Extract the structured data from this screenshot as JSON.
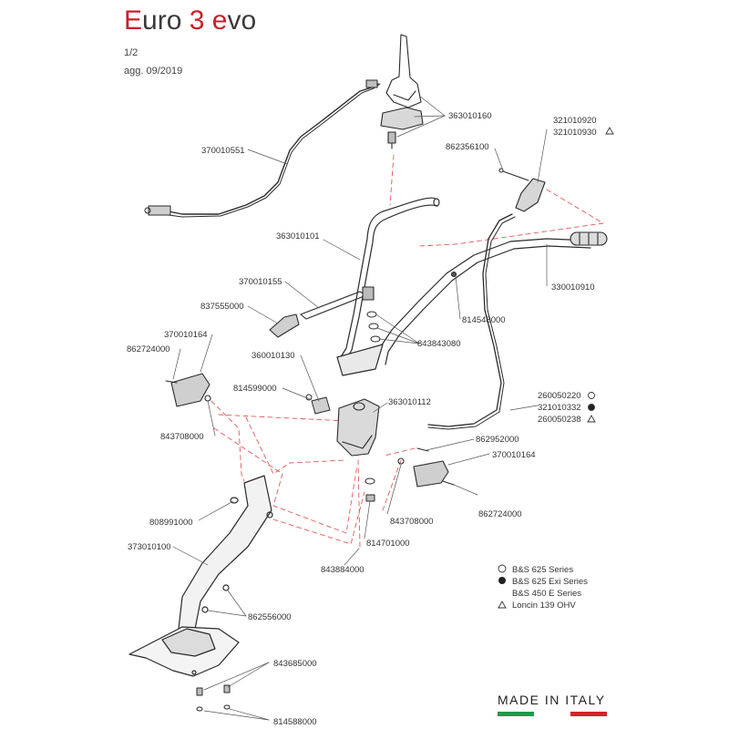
{
  "header": {
    "title_e1": "E",
    "title_uro": "uro ",
    "title_3": "3",
    "title_sp": " ",
    "title_e2": "e",
    "title_vo": "vo",
    "page": "1/2",
    "updated": "agg. 09/2019"
  },
  "parts": {
    "p363010160": "363010160",
    "p321010920": "321010920",
    "p321010930": "321010930",
    "p862356100": "862356100",
    "p370010551": "370010551",
    "p363010101": "363010101",
    "p330010910": "330010910",
    "p370010155": "370010155",
    "p837555000": "837555000",
    "p814548000": "814548000",
    "p843843080": "843843080",
    "p370010164a": "370010164",
    "p862724000a": "862724000",
    "p360010130": "360010130",
    "p814599000": "814599000",
    "p363010112": "363010112",
    "p260050220": "260050220",
    "p321010332": "321010332",
    "p260050238": "260050238",
    "p843708000a": "843708000",
    "p862952000": "862952000",
    "p370010164b": "370010164",
    "p862724000b": "862724000",
    "p808991000": "808991000",
    "p843708000b": "843708000",
    "p814701000": "814701000",
    "p373010100": "373010100",
    "p843884000": "843884000",
    "p862556000": "862556000",
    "p843685000": "843685000",
    "p814588000": "814588000"
  },
  "legend": {
    "open_circle": "B&S 625 Series",
    "filled_circle": "B&S 625 Exi Series",
    "plain": "B&S 450 E Series",
    "triangle": "Loncin 139 OHV"
  },
  "footer": {
    "made_in": "MADE IN ITALY"
  },
  "colors": {
    "title_red": "#c8202a",
    "dash_red": "#e05a5a",
    "flag_green": "#1f9a4a",
    "flag_white": "#ffffff",
    "flag_red": "#d2232a"
  }
}
